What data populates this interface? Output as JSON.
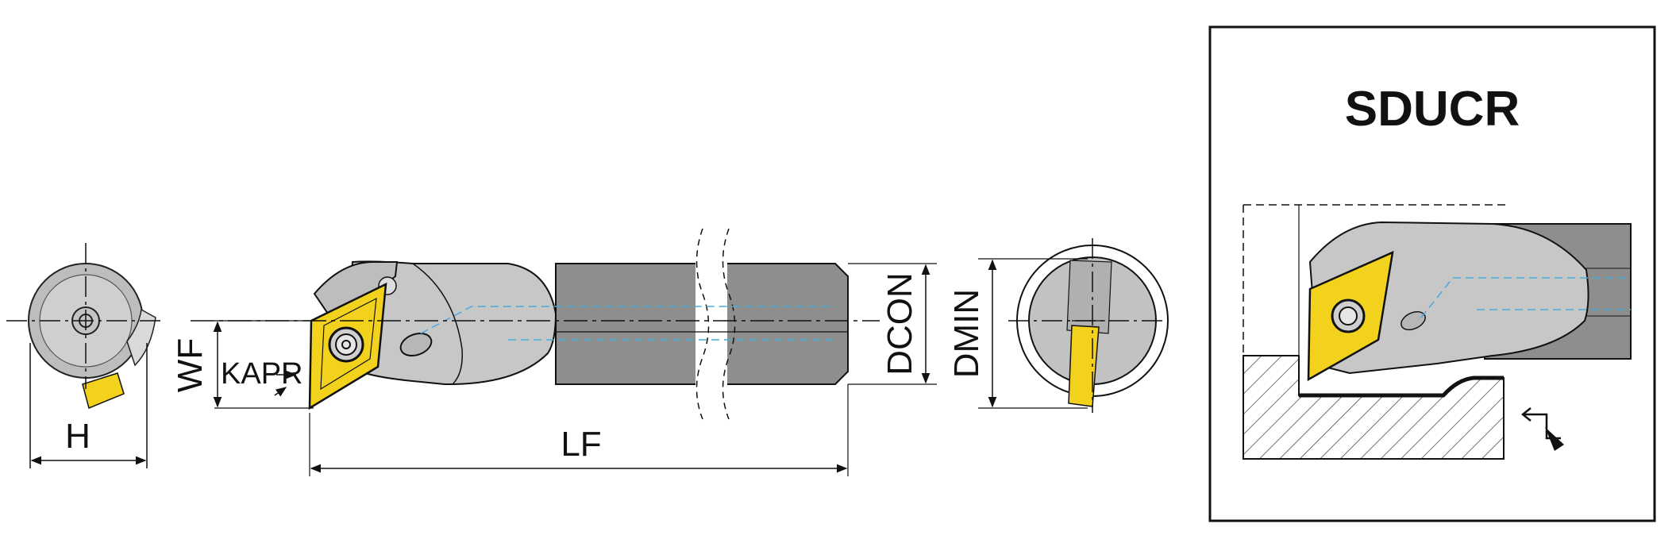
{
  "title": "SDUCR",
  "dimensions": {
    "h": "H",
    "wf": "WF",
    "kapr": "KAPR",
    "lf": "LF",
    "dcon": "DCON",
    "dmin": "DMIN"
  },
  "colors": {
    "insert": "#f2d21d",
    "body_light": "#c7c7c7",
    "body_mid": "#b7b7b7",
    "shank": "#8e8e8e",
    "coolant": "#4aa8e0",
    "outline": "#111111"
  }
}
